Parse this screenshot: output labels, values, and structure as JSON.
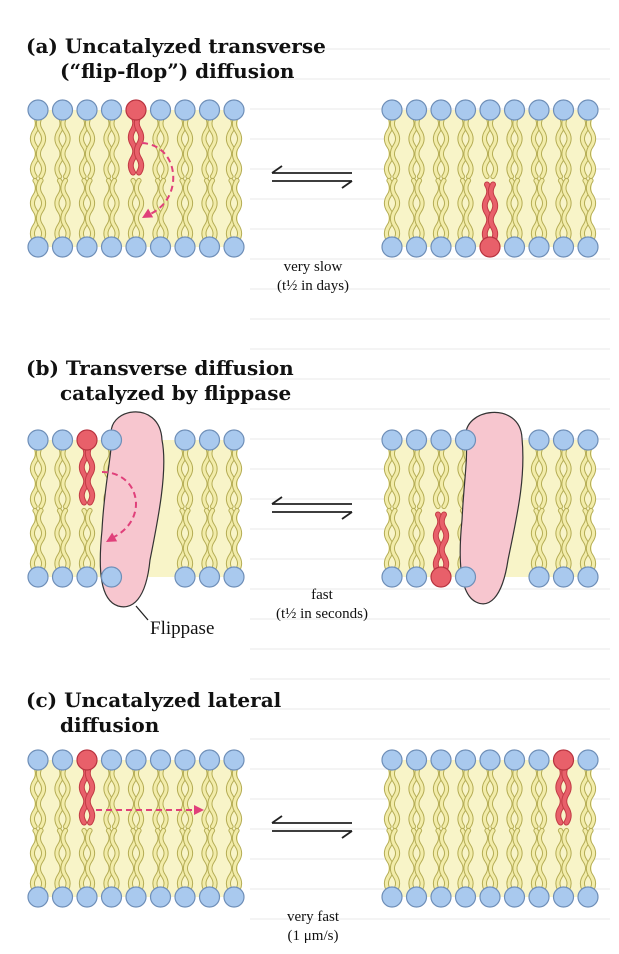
{
  "panels": [
    {
      "id": "a",
      "heading_line1": "(a) Uncatalyzed transverse",
      "heading_line2": "(“flip-flop”) diffusion",
      "rate_line1": "very slow",
      "rate_line2": "(t½ in days)"
    },
    {
      "id": "b",
      "heading_line1": "(b) Transverse diffusion",
      "heading_line2": "catalyzed by flippase",
      "rate_line1": "fast",
      "rate_line2": "(t½ in seconds)",
      "protein_label": "Flippase"
    },
    {
      "id": "c",
      "heading_line1": "(c) Uncatalyzed lateral",
      "heading_line2": "diffusion",
      "rate_line1": "very fast",
      "rate_line2": "(1 μm/s)"
    }
  ],
  "colors": {
    "head_group": "#a9c9ee",
    "head_outline": "#6f8fb8",
    "tail_fill": "#f2ecaa",
    "tail_outline": "#b5ad55",
    "bilayer_band": "#f8f4c8",
    "marked_lipid": "#e8606a",
    "flippase": "#f7c6cf",
    "arrow": "#e0407a"
  }
}
